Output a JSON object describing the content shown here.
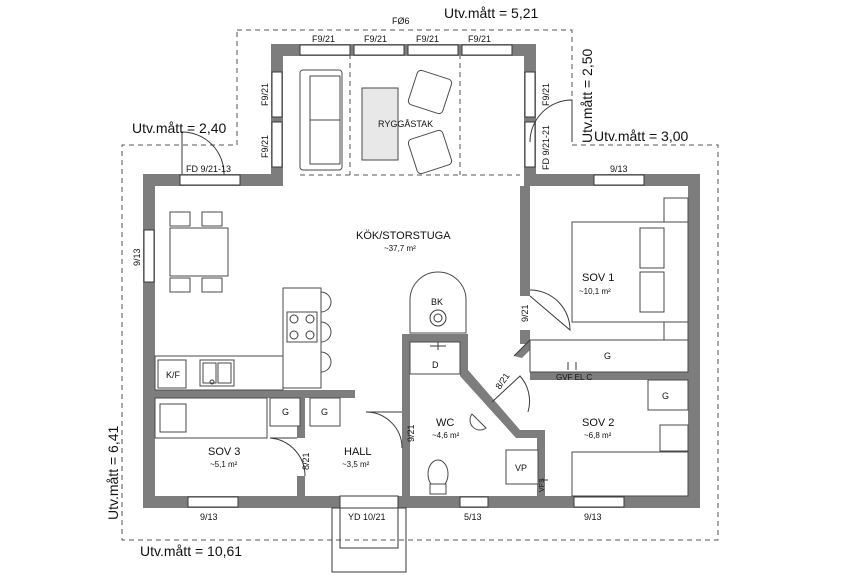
{
  "plan": {
    "dimensions": {
      "top": "Utv.mått = 5,21",
      "left_top": "Utv.mått = 2,40",
      "right_top": "Utv.mått = 2,50",
      "right_mid": "Utv.mått = 3,00",
      "left_side": "Utv.mått = 6,41",
      "bottom": "Utv.mått = 10,61"
    },
    "rooms": {
      "kok": {
        "name": "KÖK/STORSTUGA",
        "area": "~37,7 m²"
      },
      "sov1": {
        "name": "SOV 1",
        "area": "~10,1 m²"
      },
      "sov2": {
        "name": "SOV 2",
        "area": "~6,8 m²"
      },
      "sov3": {
        "name": "SOV 3",
        "area": "~5,1 m²"
      },
      "hall": {
        "name": "HALL",
        "area": "~3,5 m²"
      },
      "wc": {
        "name": "WC",
        "area": "~4,6 m²"
      },
      "ryggastak": {
        "name": "RYGGÅSTAK"
      }
    },
    "labels": {
      "fo6": "FØ6",
      "bk": "BK",
      "d": "D",
      "kf": "K/F",
      "vp": "VP",
      "g": "G",
      "gvfelc": "GVF EL C",
      "vfs": "VFS"
    },
    "windows": {
      "f921": "F9/21",
      "fd921_13": "FD 9/21-13",
      "fd921_21": "FD 9/21-21",
      "w913": "9/13",
      "w513": "5/13",
      "yd1021": "YD 10/21"
    },
    "doors": {
      "d921": "9/21",
      "d821": "8/21"
    }
  }
}
